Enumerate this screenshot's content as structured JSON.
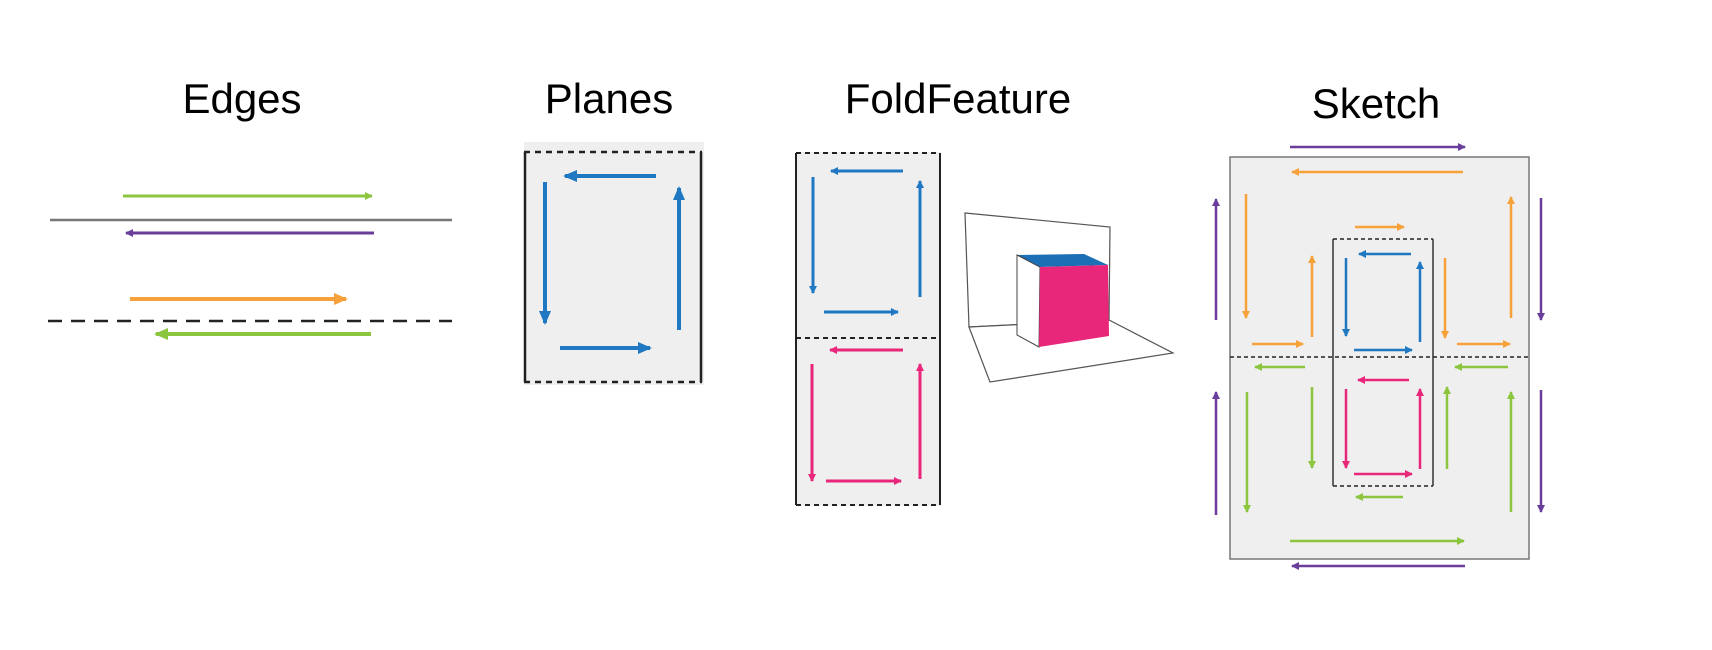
{
  "titles": {
    "edges": "Edges",
    "planes": "Planes",
    "foldfeature": "FoldFeature",
    "sketch": "Sketch"
  },
  "colors": {
    "blue": "#1f78c1",
    "pink": "#e8267a",
    "orange": "#f7a13a",
    "green": "#8cc63f",
    "purple": "#6a3d9a",
    "plane_fill": "#efefef",
    "edge_line": "#777777",
    "cube_front": "#e8267a",
    "cube_top": "#1b6fb5",
    "cube_side": "#ffffff"
  }
}
